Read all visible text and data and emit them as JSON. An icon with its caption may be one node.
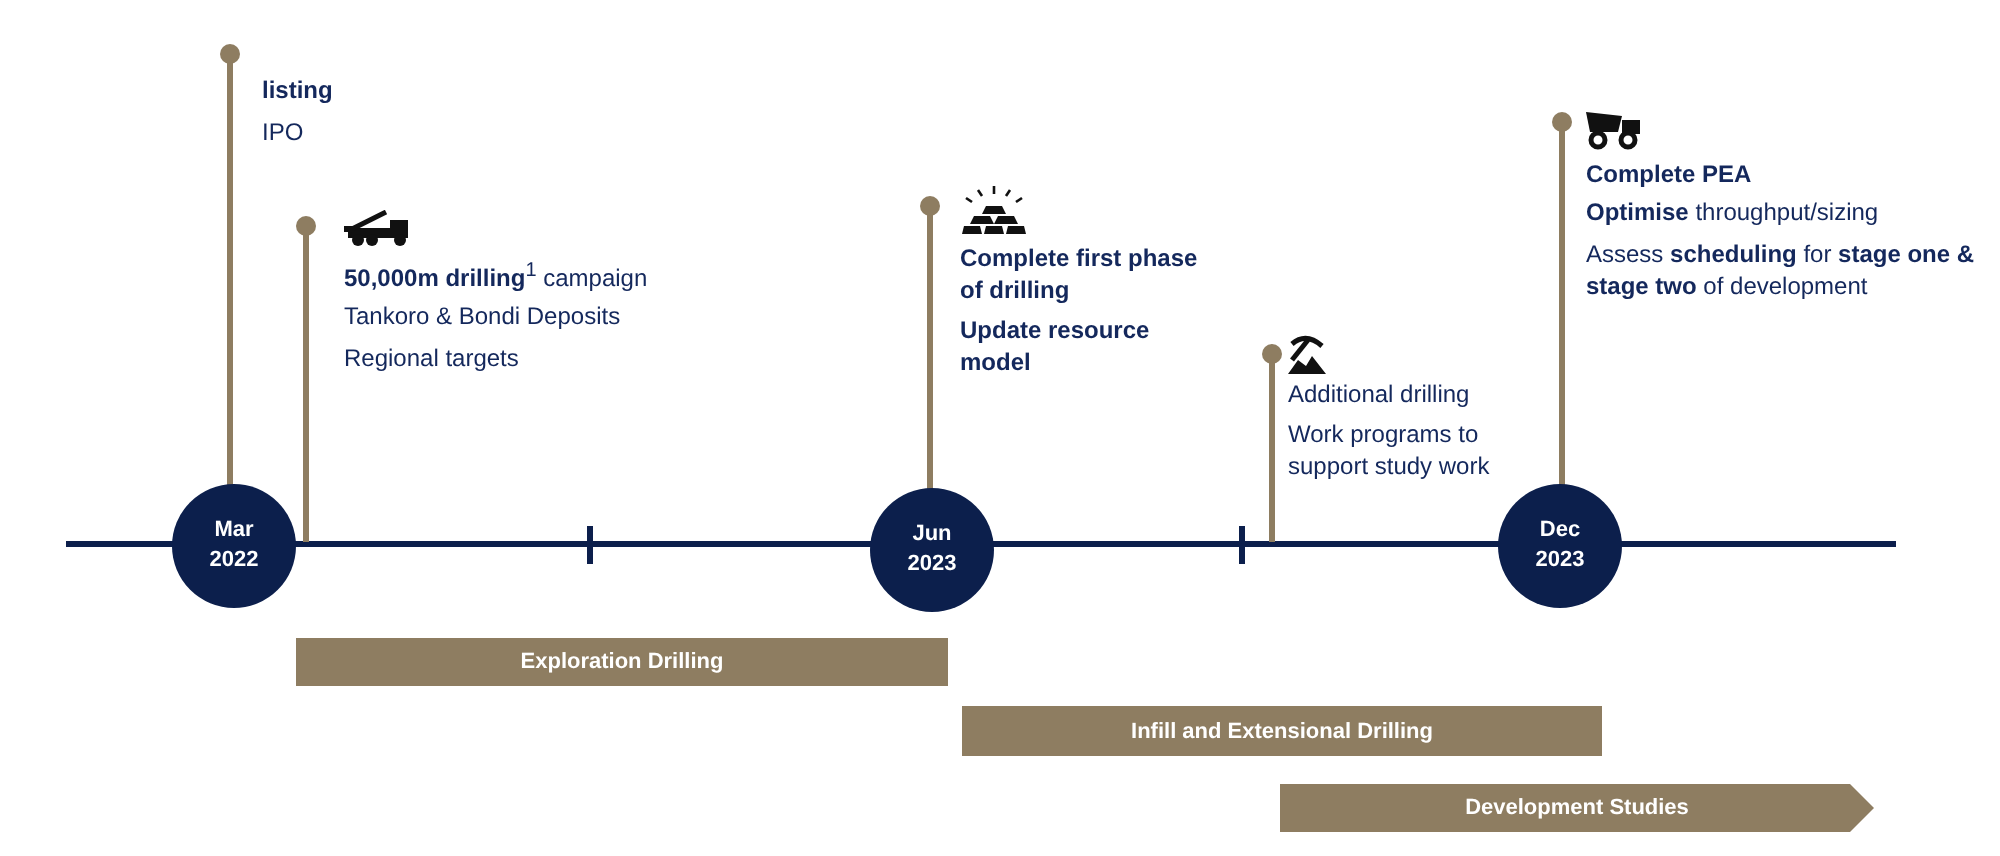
{
  "diagram": {
    "nodes": [
      {
        "text": [
          "Mar 2022"
        ]
      },
      {
        "text": [
          "Jun 2023"
        ]
      },
      {
        "text": [
          "Dec 2023"
        ]
      },
      {
        "text": [
          "Exploration Drilling"
        ]
      },
      {
        "text": [
          "Infill and Extensional Drilling"
        ]
      },
      {
        "text": [
          "Development Studies"
        ]
      }
    ],
    "labels": [
      "listing",
      "IPO",
      "**50,000m drilling**$^{1}$ campaign",
      "Tankoro & Bondi Deposits",
      "Regional targets",
      "Complete first phase of drilling",
      "Update resource model",
      "Additional drilling",
      "Work programs to support study work",
      "Complete PEA",
      "**Optimise** throughput/sizing",
      "Assess **scheduling** for **stage one & stage two** of development"
    ]
  }
}
